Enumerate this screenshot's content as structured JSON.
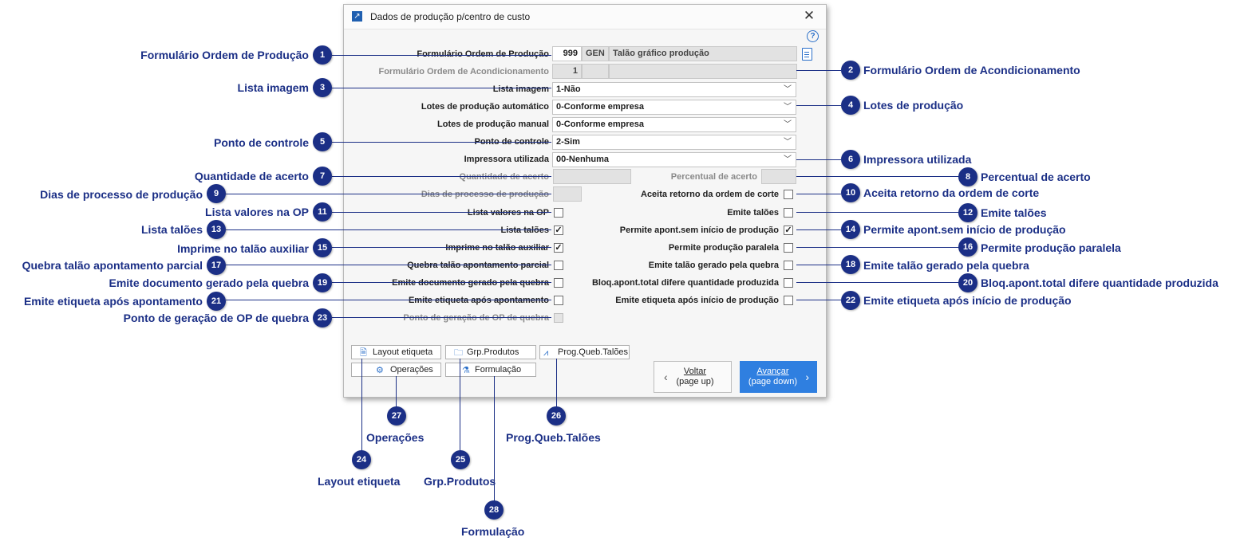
{
  "window": {
    "title": "Dados de produção p/centro de custo",
    "close": "✕",
    "help": "?"
  },
  "fields": {
    "form_op": {
      "label": "Formulário Ordem de Produção",
      "code": "999",
      "type": "GEN",
      "desc": "Talão gráfico produção"
    },
    "form_oa": {
      "label": "Formulário Ordem de Acondicionamento",
      "code": "1"
    },
    "lista_imagem": {
      "label": "Lista imagem",
      "value": "1-Não"
    },
    "lotes_auto": {
      "label": "Lotes de produção automático",
      "value": "0-Conforme empresa"
    },
    "lotes_manual": {
      "label": "Lotes de produção manual",
      "value": "0-Conforme empresa"
    },
    "ponto_controle": {
      "label": "Ponto de controle",
      "value": "2-Sim"
    },
    "impressora": {
      "label": "Impressora utilizada",
      "value": "00-Nenhuma"
    },
    "qtd_acerto": {
      "label": "Quantidade de acerto"
    },
    "perc_acerto": {
      "label": "Percentual de acerto"
    },
    "dias_processo": {
      "label": "Dias de processo de produção"
    },
    "aceita_retorno": {
      "label": "Aceita retorno da ordem de corte",
      "checked": ""
    },
    "lista_valores": {
      "label": "Lista valores na OP",
      "checked": ""
    },
    "emite_taloes": {
      "label": "Emite talões",
      "checked": ""
    },
    "lista_taloes": {
      "label": "Lista talões",
      "checked": "✓"
    },
    "permite_apont": {
      "label": "Permite apont.sem início de produção",
      "checked": "✓"
    },
    "imprime_aux": {
      "label": "Imprime no talão auxiliar",
      "checked": "✓"
    },
    "permite_paralela": {
      "label": "Permite produção paralela",
      "checked": ""
    },
    "quebra_talao": {
      "label": "Quebra talão apontamento parcial",
      "checked": ""
    },
    "emite_talao_quebra": {
      "label": "Emite talão gerado pela quebra",
      "checked": ""
    },
    "emite_doc_quebra": {
      "label": "Emite documento gerado pela quebra",
      "checked": ""
    },
    "bloq_apont": {
      "label": "Bloq.apont.total difere quantidade produzida",
      "checked": ""
    },
    "emite_etq_apont": {
      "label": "Emite etiqueta após apontamento",
      "checked": ""
    },
    "emite_etq_inicio": {
      "label": "Emite etiqueta após início de produção",
      "checked": ""
    },
    "ponto_op_quebra": {
      "label": "Ponto de geração de OP de quebra",
      "checked": ""
    }
  },
  "buttons": {
    "layout_etiqueta": "Layout etiqueta",
    "grp_produtos": "Grp.Produtos",
    "prog_queb": "Prog.Queb.Talões",
    "operacoes": "Operações",
    "formulacao": "Formulação",
    "voltar": "Voltar",
    "voltar_sub": "(page up)",
    "avancar": "Avançar",
    "avancar_sub": "(page down)"
  },
  "callouts": [
    {
      "n": "1",
      "text": "Formulário Ordem de Produção"
    },
    {
      "n": "2",
      "text": "Formulário Ordem de Acondicionamento"
    },
    {
      "n": "3",
      "text": "Lista imagem"
    },
    {
      "n": "4",
      "text": "Lotes de produção"
    },
    {
      "n": "5",
      "text": "Ponto de controle"
    },
    {
      "n": "6",
      "text": "Impressora utilizada"
    },
    {
      "n": "7",
      "text": "Quantidade de acerto"
    },
    {
      "n": "8",
      "text": "Percentual de acerto"
    },
    {
      "n": "9",
      "text": "Dias de processo de produção"
    },
    {
      "n": "10",
      "text": "Aceita retorno da ordem de corte"
    },
    {
      "n": "11",
      "text": "Lista valores na OP"
    },
    {
      "n": "12",
      "text": "Emite talões"
    },
    {
      "n": "13",
      "text": "Lista talões"
    },
    {
      "n": "14",
      "text": "Permite apont.sem início de produção"
    },
    {
      "n": "15",
      "text": "Imprime no talão auxiliar"
    },
    {
      "n": "16",
      "text": "Permite produção paralela"
    },
    {
      "n": "17",
      "text": "Quebra talão apontamento parcial"
    },
    {
      "n": "18",
      "text": "Emite talão gerado pela quebra"
    },
    {
      "n": "19",
      "text": "Emite documento gerado pela quebra"
    },
    {
      "n": "20",
      "text": "Bloq.apont.total difere quantidade produzida"
    },
    {
      "n": "21",
      "text": "Emite etiqueta após apontamento"
    },
    {
      "n": "22",
      "text": "Emite etiqueta após início de produção"
    },
    {
      "n": "23",
      "text": "Ponto de geração de OP de quebra"
    },
    {
      "n": "24",
      "text": "Layout etiqueta"
    },
    {
      "n": "25",
      "text": "Grp.Produtos"
    },
    {
      "n": "26",
      "text": "Prog.Queb.Talões"
    },
    {
      "n": "27",
      "text": "Operações"
    },
    {
      "n": "28",
      "text": "Formulação"
    }
  ]
}
